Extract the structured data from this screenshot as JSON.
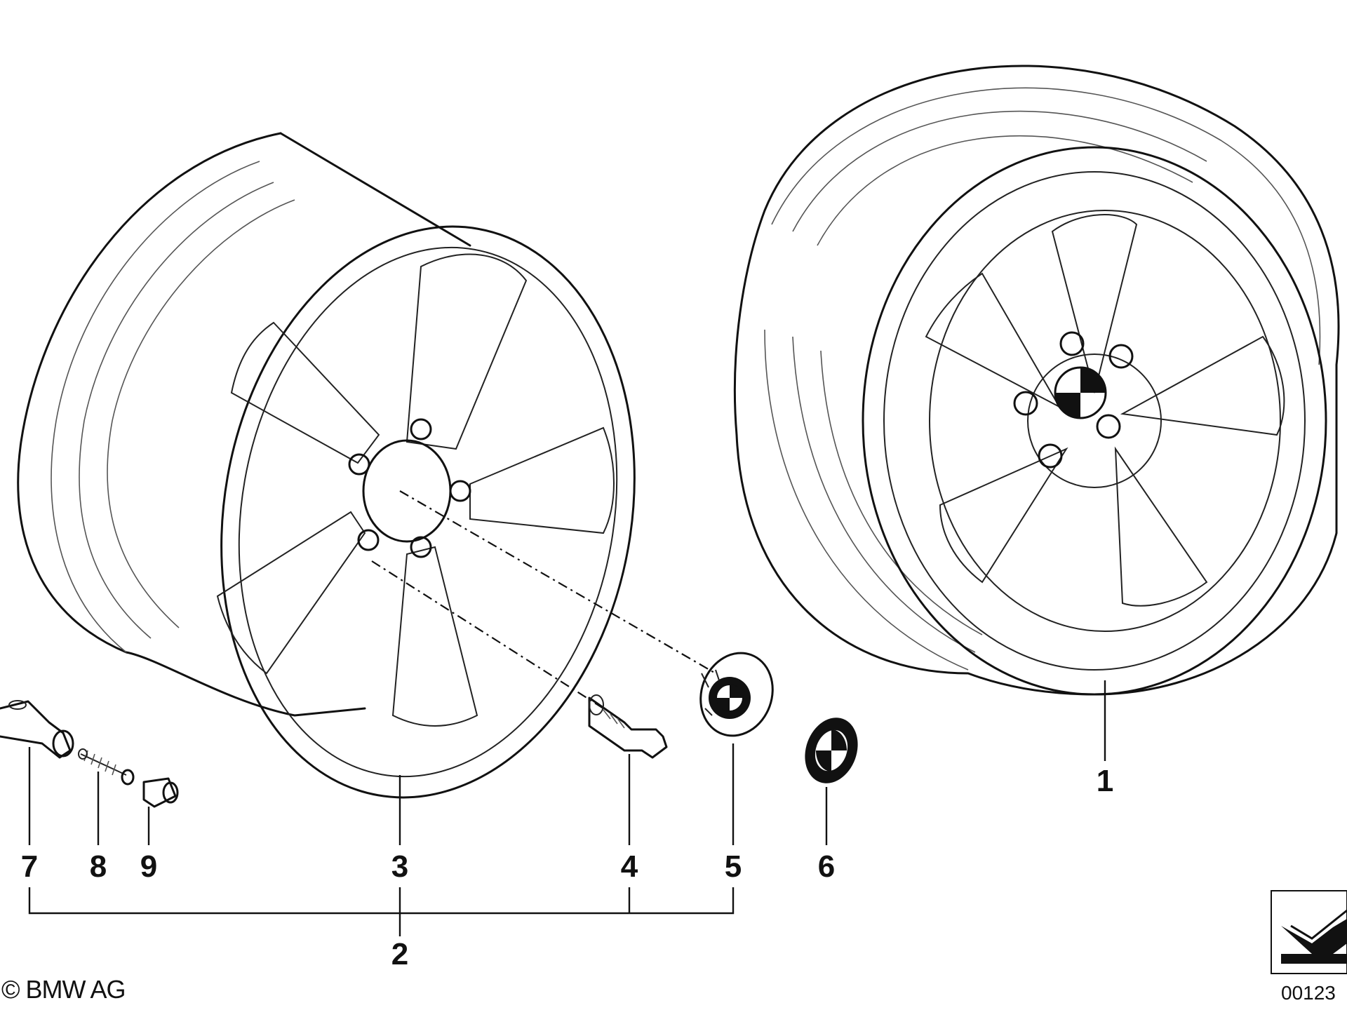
{
  "callouts": {
    "c1": "1",
    "c2": "2",
    "c3": "3",
    "c4": "4",
    "c5": "5",
    "c6": "6",
    "c7": "7",
    "c8": "8",
    "c9": "9"
  },
  "footer": {
    "copyright": "© BMW AG",
    "diagram_id": "00123"
  }
}
